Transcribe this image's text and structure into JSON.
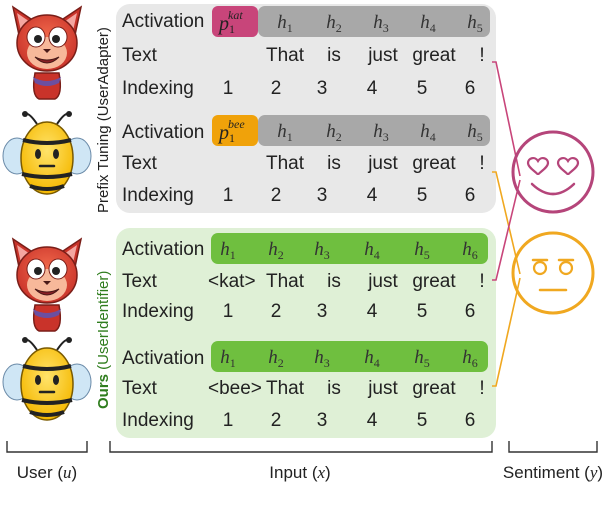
{
  "prefix_tuning": {
    "side_label": "Prefix Tuning (UserAdapter)",
    "blocks": [
      {
        "user": "kat",
        "row_labels": {
          "activation": "Activation",
          "text": "Text",
          "indexing": "Indexing"
        },
        "prefix": "p",
        "prefix_sub": "1",
        "prefix_sup": "kat",
        "activations": [
          "h1",
          "h2",
          "h3",
          "h4",
          "h5"
        ],
        "tokens": [
          "That",
          "is",
          "just",
          "great",
          "!"
        ],
        "indices": [
          "1",
          "2",
          "3",
          "4",
          "5",
          "6"
        ]
      },
      {
        "user": "bee",
        "row_labels": {
          "activation": "Activation",
          "text": "Text",
          "indexing": "Indexing"
        },
        "prefix": "p",
        "prefix_sub": "1",
        "prefix_sup": "bee",
        "activations": [
          "h1",
          "h2",
          "h3",
          "h4",
          "h5"
        ],
        "tokens": [
          "That",
          "is",
          "just",
          "great",
          "!"
        ],
        "indices": [
          "1",
          "2",
          "3",
          "4",
          "5",
          "6"
        ]
      }
    ]
  },
  "ours": {
    "side_label_bold": "Ours",
    "side_label_rest": "(UserIdentifier)",
    "blocks": [
      {
        "user": "kat",
        "row_labels": {
          "activation": "Activation",
          "text": "Text",
          "indexing": "Indexing"
        },
        "activations": [
          "h1",
          "h2",
          "h3",
          "h4",
          "h5",
          "h6"
        ],
        "identifier": "<kat>",
        "tokens": [
          "That",
          "is",
          "just",
          "great",
          "!"
        ],
        "indices": [
          "1",
          "2",
          "3",
          "4",
          "5",
          "6"
        ]
      },
      {
        "user": "bee",
        "row_labels": {
          "activation": "Activation",
          "text": "Text",
          "indexing": "Indexing"
        },
        "activations": [
          "h1",
          "h2",
          "h3",
          "h4",
          "h5",
          "h6"
        ],
        "identifier": "<bee>",
        "tokens": [
          "That",
          "is",
          "just",
          "great",
          "!"
        ],
        "indices": [
          "1",
          "2",
          "3",
          "4",
          "5",
          "6"
        ]
      }
    ]
  },
  "bottom_labels": {
    "user": "User (u)",
    "input": "Input (x)",
    "sentiment": "Sentiment (y)"
  },
  "colors": {
    "kat": "#c8457a",
    "bee": "#f0a20a",
    "prefix_bg": "#e8e8e8",
    "ours_bg": "#dff0d6",
    "activation_gray": "#a8a8a8",
    "activation_green": "#6fbf3f",
    "happy_face": "#b5457a",
    "neutral_face": "#f0a820"
  },
  "icons": {
    "kat_avatar": "cat-avatar-icon",
    "bee_avatar": "bee-avatar-icon",
    "happy": "heart-eyes-face-icon",
    "neutral": "neutral-face-icon"
  }
}
